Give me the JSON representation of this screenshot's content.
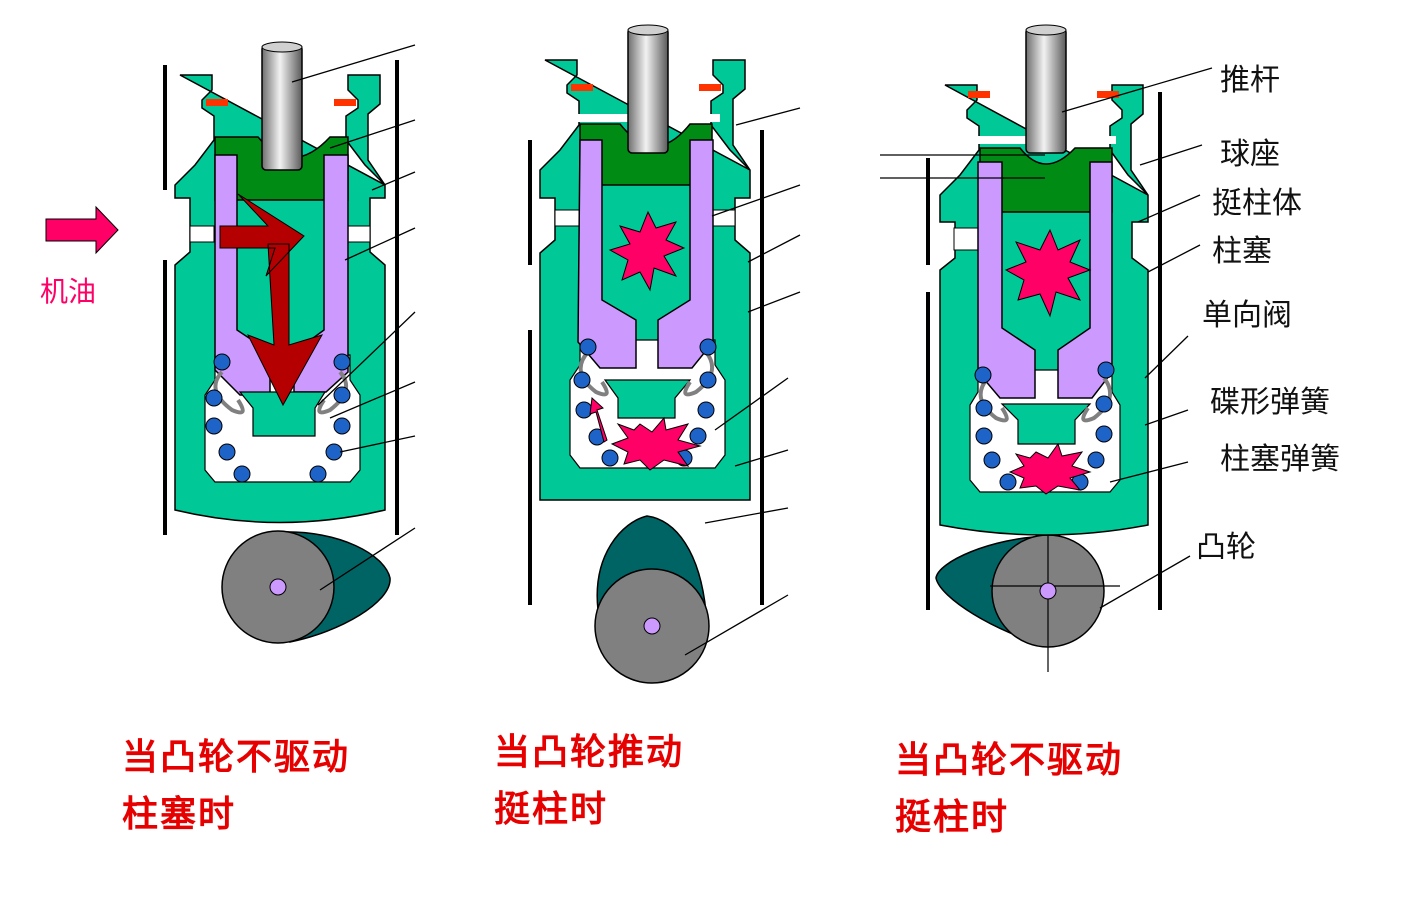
{
  "colors": {
    "body": "#00c896",
    "seat": "#008c14",
    "plunger": "#cc99ff",
    "rod": "#909090",
    "ball": "#1e64c8",
    "spring": "#808080",
    "cam_lobe": "#006464",
    "cam_base": "#808080",
    "hub": "#cc99ff",
    "flow_arrow": "#b40000",
    "oil": "#ff0066",
    "burst": "#ff0066",
    "caption": "#e60000",
    "stop_mark": "#ff3300"
  },
  "oil_label": "机油",
  "labels": {
    "push_rod": "推杆",
    "ball_seat": "球座",
    "tappet_body": "挺柱体",
    "plunger": "柱塞",
    "check_valve": "单向阀",
    "disc_spring": "碟形弹簧",
    "plunger_spring": "柱塞弹簧",
    "cam": "凸轮"
  },
  "captions": [
    {
      "line1": "当凸轮不驱动",
      "line2": "柱塞时"
    },
    {
      "line1": "当凸轮推动",
      "line2": "挺柱时"
    },
    {
      "line1": "当凸轮不驱动",
      "line2": "挺柱时"
    }
  ],
  "icons": [
    "oil-inlet-arrow-icon",
    "oil-flow-arrow-icon",
    "pressure-burst-icon",
    "cam-icon"
  ]
}
